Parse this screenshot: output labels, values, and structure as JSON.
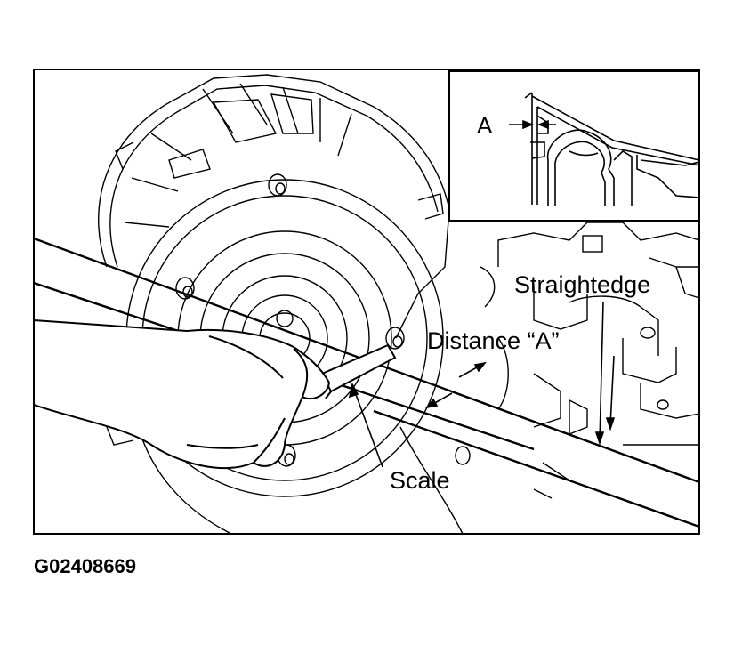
{
  "diagram": {
    "labels": {
      "straightedge": "Straightedge",
      "distance_a": "Distance “A”",
      "scale": "Scale",
      "inset_a": "A"
    },
    "figure_code": "G02408669"
  }
}
